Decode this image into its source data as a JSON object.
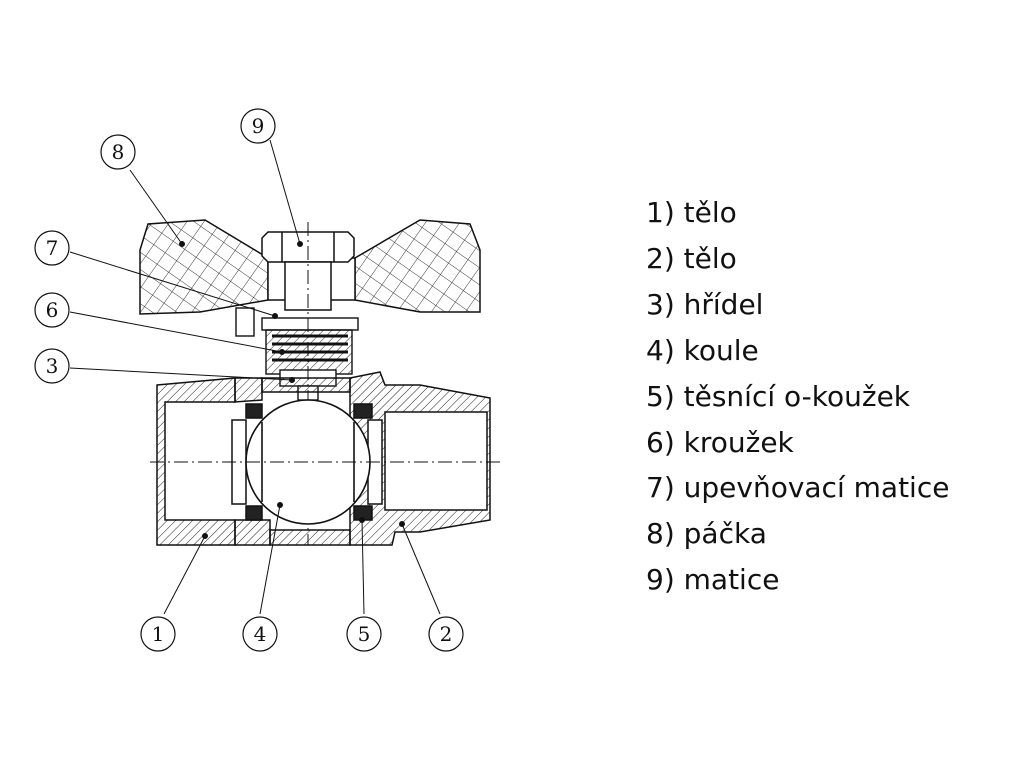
{
  "callouts": [
    "1",
    "2",
    "3",
    "4",
    "5",
    "6",
    "7",
    "8",
    "9"
  ],
  "legend": [
    "1) tělo",
    "2) tělo",
    "3) hřídel",
    "4) koule",
    "5) těsnící o-koužek",
    "6) kroužek",
    "7) upevňovací matice",
    "8) páčka",
    "9) matice"
  ]
}
